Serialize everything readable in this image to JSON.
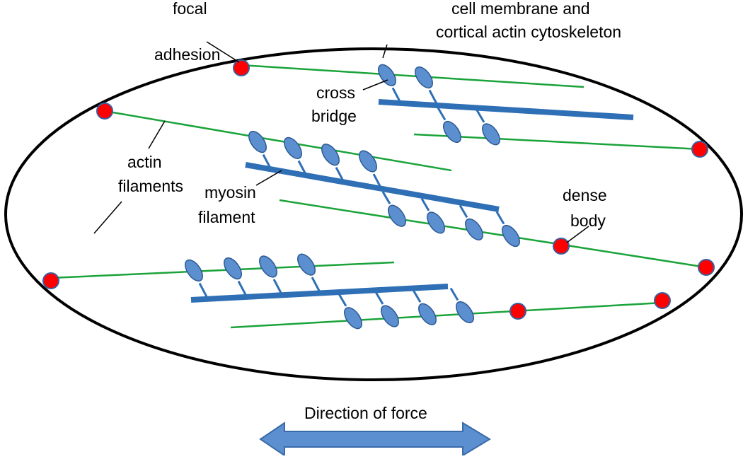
{
  "labels": {
    "focal": "focal",
    "adhesion": "adhesion",
    "membrane_line1": "cell membrane and",
    "membrane_line2": "cortical actin cytoskeleton",
    "cross_line1": "cross",
    "cross_line2": "bridge",
    "actin_line1": "actin",
    "actin_line2": "filaments",
    "myosin_line1": "myosin",
    "myosin_line2": "filament",
    "dense_line1": "dense",
    "dense_line2": "body",
    "force": "Direction of force"
  },
  "colors": {
    "actin": "#1aa33a",
    "myosin": "#2e6fb5",
    "myosin_head": "#5b8fd0",
    "myosin_head_stroke": "#2c5a93",
    "dense_body": "#ff0000",
    "dense_body_stroke": "#3a5fa0",
    "membrane": "#000000",
    "arrow_fill": "#5b8fd0",
    "arrow_stroke": "#3a6aa8"
  }
}
